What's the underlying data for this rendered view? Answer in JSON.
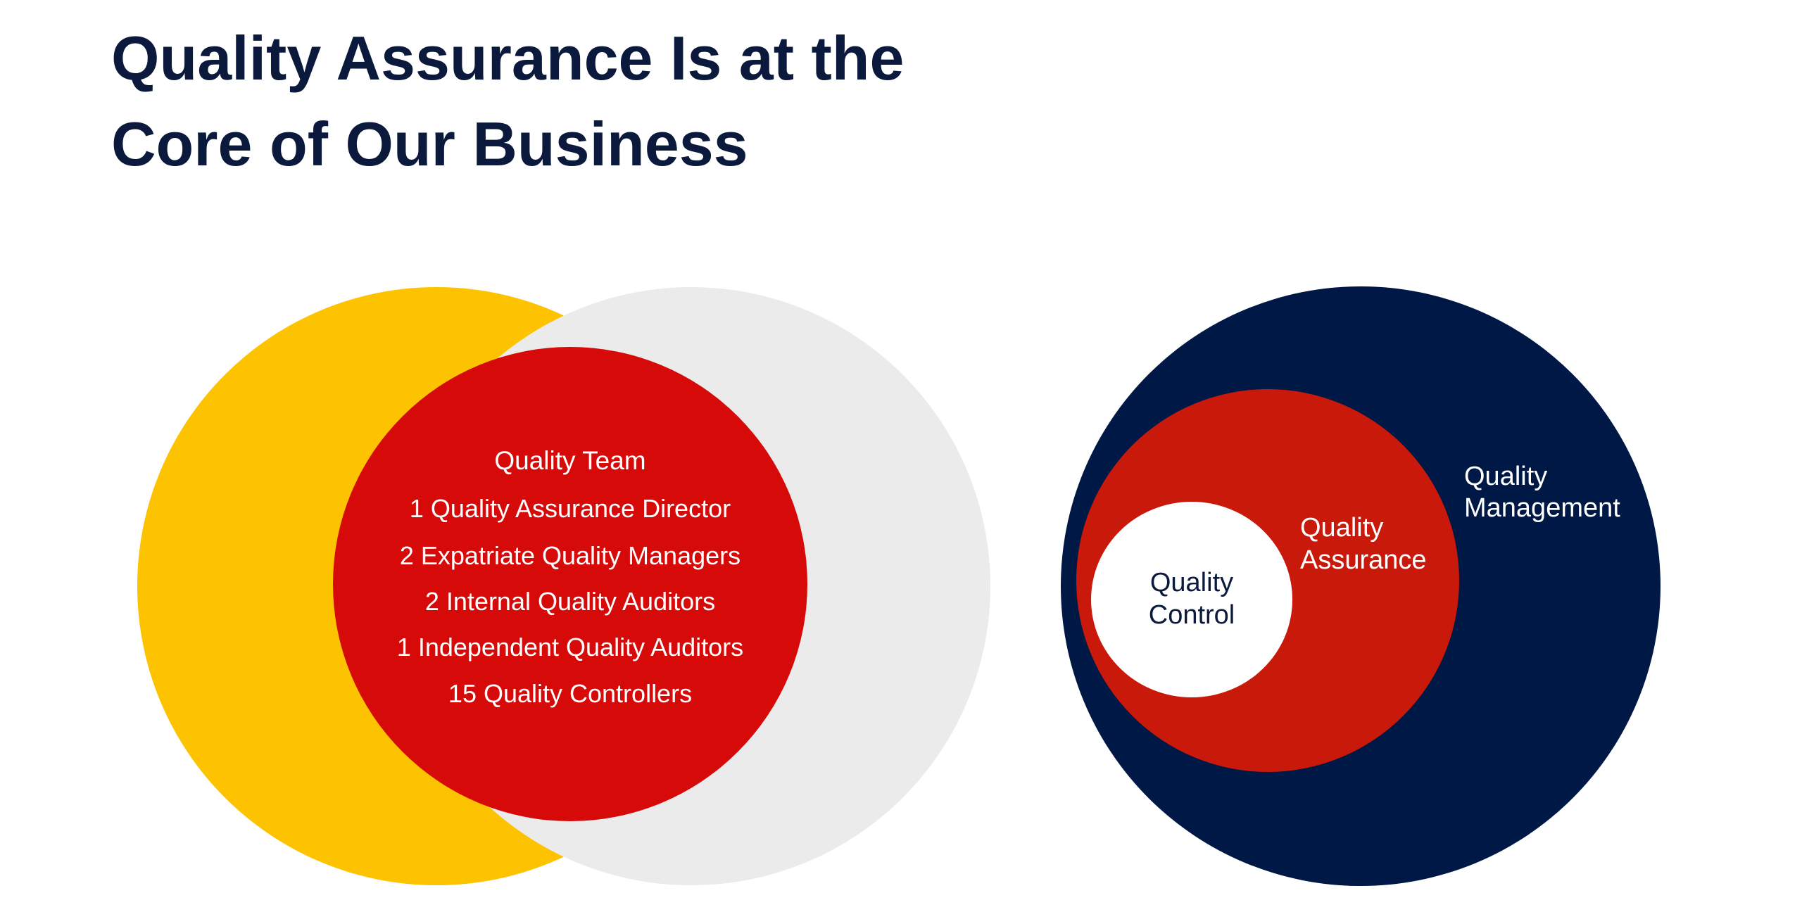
{
  "title": {
    "line1": "Quality Assurance Is at the",
    "line2": "Core of Our Business"
  },
  "team": {
    "heading": "Quality Team",
    "items": [
      "1 Quality Assurance Director",
      "2 Expatriate Quality Managers",
      "2 Internal Quality Auditors",
      "1 Independent Quality Auditors",
      "15 Quality Controllers"
    ]
  },
  "nested": {
    "outer": {
      "line1": "Quality",
      "line2": "Management"
    },
    "middle": {
      "line1": "Quality",
      "line2": "Assurance"
    },
    "inner": {
      "line1": "Quality",
      "line2": "Control"
    }
  },
  "colors": {
    "yellow": "#FDC300",
    "gray": "#EBEBEB",
    "red": "#D70A0A",
    "navy": "#001845",
    "inner_red": "#C8190B",
    "title": "#0B1A3C"
  }
}
